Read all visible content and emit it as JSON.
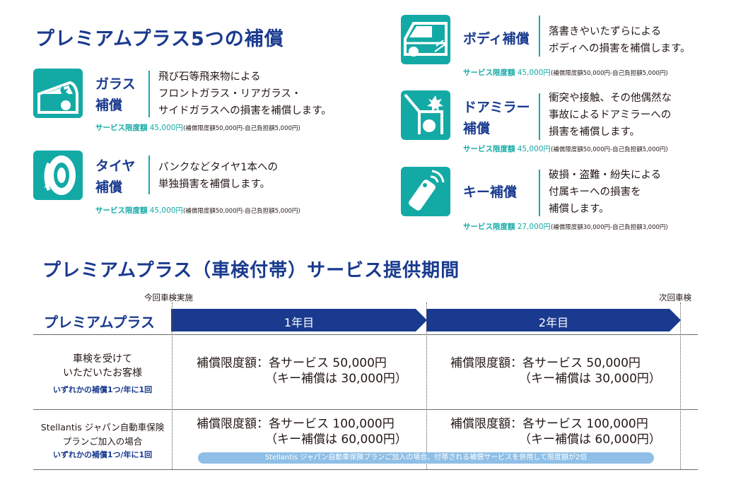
{
  "section1_title": "プレミアムプラス5つの補償",
  "limit_label": "サービス限度額",
  "services": {
    "glass": {
      "name_l1": "ガラス",
      "name_l2": "補償",
      "icon": "car-windshield-icon",
      "desc": [
        "飛び石等飛来物による",
        "フロントガラス・リアガラス・",
        "サイドガラスへの損害を補償します。"
      ],
      "amount": "45,000円",
      "note": "(補償限度額50,000円-自己負担額5,000円)"
    },
    "tire": {
      "name_l1": "タイヤ",
      "name_l2": "補償",
      "icon": "tire-icon",
      "desc": [
        "パンクなどタイヤ1本への",
        "単独損害を補償します。"
      ],
      "amount": "45,000円",
      "note": "(補償限度額50,000円-自己負担額5,000円)"
    },
    "body": {
      "name": "ボディ補償",
      "icon": "car-body-icon",
      "desc": [
        "落書きやいたずらによる",
        "ボディへの損害を補償します。"
      ],
      "amount": "45,000円",
      "note": "(補償限度額50,000円-自己負担額5,000円)"
    },
    "mirror": {
      "name_l1": "ドアミラー",
      "name_l2": "補償",
      "icon": "door-mirror-icon",
      "desc": [
        "衝突や接触、その他偶然な",
        "事故によるドアミラーへの",
        "損害を補償します。"
      ],
      "amount": "45,000円",
      "note": "(補償限度額50,000円-自己負担額5,000円)"
    },
    "key": {
      "name": "キー補償",
      "icon": "car-key-icon",
      "desc": [
        "破損・盗難・紛失による",
        "付属キーへの損害を",
        "補償します。"
      ],
      "amount": "27,000円",
      "note": "(補償限度額30,000円-自己負担額3,000円)"
    }
  },
  "section2_title": "プレミアムプラス（車検付帯）サービス提供期間",
  "timeline": {
    "start_label": "今回車検実施",
    "end_label": "次回車検",
    "plan_name": "プレミアムプラス",
    "year1": "1年目",
    "year2": "2年目"
  },
  "rows": [
    {
      "label_l1": "車検を受けて",
      "label_l2": "いただいたお客様",
      "sub": "いずれかの補償1つ/年に1回",
      "y1_l1": "補償限度額：各サービス 50,000円",
      "y1_l2": "（キー補償は 30,000円）",
      "y2_l1": "補償限度額：各サービス 50,000円",
      "y2_l2": "（キー補償は 30,000円）"
    },
    {
      "label_l1": "Stellantis ジャパン自動車保険",
      "label_l2": "プランご加入の場合",
      "sub": "いずれかの補償1つ/年に1回",
      "y1_l1": "補償限度額：各サービス 100,000円",
      "y1_l2": "（キー補償は 60,000円）",
      "y2_l1": "補償限度額：各サービス 100,000円",
      "y2_l2": "（キー補償は 60,000円）"
    }
  ],
  "footnote": "Stellantis ジャパン自動車保険プランご加入の場合、付帯される補償サービスを併用して限度額が2倍",
  "colors": {
    "navy": "#1a3a8f",
    "teal": "#13aaa6",
    "light_blue": "#8fbfe6"
  }
}
